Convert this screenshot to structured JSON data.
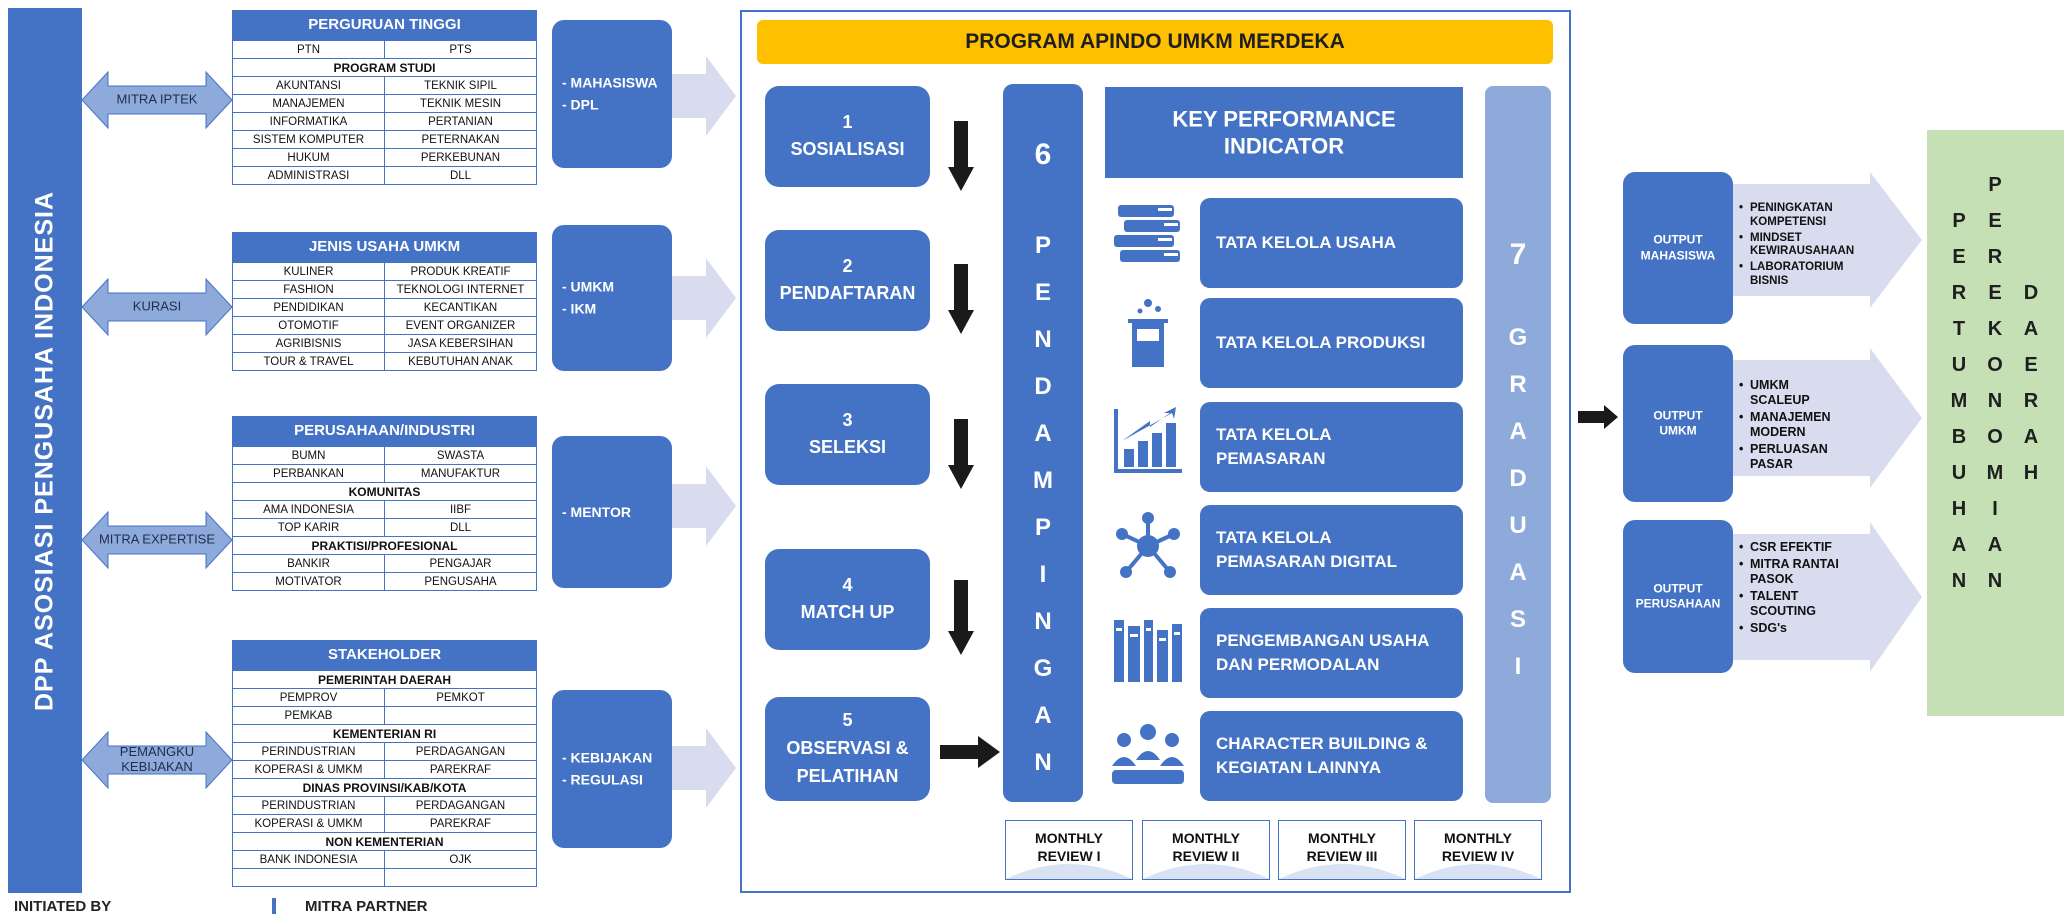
{
  "left_bar": {
    "title": "DPP ASOSIASI PENGUSAHA INDONESIA"
  },
  "footer": {
    "initiated_by": "INITIATED BY",
    "mitra_partner": "MITRA PARTNER"
  },
  "partner_arrows": [
    {
      "label": "MITRA IPTEK"
    },
    {
      "label": "KURASI"
    },
    {
      "label": "MITRA EXPERTISE"
    },
    {
      "label_line1": "PEMANGKU",
      "label_line2": "KEBIJAKAN"
    }
  ],
  "tables": {
    "perguruan_tinggi": {
      "title": "PERGURUAN TINGGI",
      "rows": [
        {
          "type": "pair",
          "a": "PTN",
          "b": "PTS"
        },
        {
          "type": "sub",
          "text": "PROGRAM STUDI"
        },
        {
          "type": "pair",
          "a": "AKUNTANSI",
          "b": "TEKNIK SIPIL"
        },
        {
          "type": "pair",
          "a": "MANAJEMEN",
          "b": "TEKNIK MESIN"
        },
        {
          "type": "pair",
          "a": "INFORMATIKA",
          "b": "PERTANIAN"
        },
        {
          "type": "pair",
          "a": "SISTEM KOMPUTER",
          "b": "PETERNAKAN"
        },
        {
          "type": "pair",
          "a": "HUKUM",
          "b": "PERKEBUNAN"
        },
        {
          "type": "pair",
          "a": "ADMINISTRASI",
          "b": "DLL"
        }
      ]
    },
    "jenis_usaha": {
      "title": "JENIS USAHA UMKM",
      "rows": [
        {
          "type": "pair",
          "a": "KULINER",
          "b": "PRODUK KREATIF"
        },
        {
          "type": "pair",
          "a": "FASHION",
          "b": "TEKNOLOGI INTERNET"
        },
        {
          "type": "pair",
          "a": "PENDIDIKAN",
          "b": "KECANTIKAN"
        },
        {
          "type": "pair",
          "a": "OTOMOTIF",
          "b": "EVENT ORGANIZER"
        },
        {
          "type": "pair",
          "a": "AGRIBISNIS",
          "b": "JASA KEBERSIHAN"
        },
        {
          "type": "pair",
          "a": "TOUR & TRAVEL",
          "b": "KEBUTUHAN ANAK"
        }
      ]
    },
    "perusahaan": {
      "title": "PERUSAHAAN/INDUSTRI",
      "rows": [
        {
          "type": "pair",
          "a": "BUMN",
          "b": "SWASTA"
        },
        {
          "type": "pair",
          "a": "PERBANKAN",
          "b": "MANUFAKTUR"
        },
        {
          "type": "sub",
          "text": "KOMUNITAS"
        },
        {
          "type": "pair",
          "a": "AMA INDONESIA",
          "b": "IIBF"
        },
        {
          "type": "pair",
          "a": "TOP KARIR",
          "b": "DLL"
        },
        {
          "type": "sub",
          "text": "PRAKTISI/PROFESIONAL"
        },
        {
          "type": "pair",
          "a": "BANKIR",
          "b": "PENGAJAR"
        },
        {
          "type": "pair",
          "a": "MOTIVATOR",
          "b": "PENGUSAHA"
        }
      ]
    },
    "stakeholder": {
      "title": "STAKEHOLDER",
      "rows": [
        {
          "type": "sub",
          "text": "PEMERINTAH DAERAH"
        },
        {
          "type": "pair",
          "a": "PEMPROV",
          "b": "PEMKOT"
        },
        {
          "type": "pair",
          "a": "PEMKAB",
          "b": ""
        },
        {
          "type": "sub",
          "text": "KEMENTERIAN RI"
        },
        {
          "type": "pair",
          "a": "PERINDUSTRIAN",
          "b": "PERDAGANGAN"
        },
        {
          "type": "pair",
          "a": "KOPERASI & UMKM",
          "b": "PAREKRAF"
        },
        {
          "type": "sub",
          "text": "DINAS PROVINSI/KAB/KOTA"
        },
        {
          "type": "pair",
          "a": "PERINDUSTRIAN",
          "b": "PERDAGANGAN"
        },
        {
          "type": "pair",
          "a": "KOPERASI & UMKM",
          "b": "PAREKRAF"
        },
        {
          "type": "sub",
          "text": "NON KEMENTERIAN"
        },
        {
          "type": "pair",
          "a": "BANK INDONESIA",
          "b": "OJK"
        },
        {
          "type": "pair",
          "a": "",
          "b": ""
        }
      ]
    }
  },
  "targets": [
    {
      "line1": "- MAHASISWA",
      "line2": "- DPL"
    },
    {
      "line1": "- UMKM",
      "line2": "- IKM"
    },
    {
      "line1": "- MENTOR",
      "line2": ""
    },
    {
      "line1": "- KEBIJAKAN",
      "line2": "- REGULASI"
    }
  ],
  "program": {
    "title": "PROGRAM APINDO UMKM MERDEKA",
    "steps": [
      {
        "num": "1",
        "label_line1": "SOSIALISASI",
        "label_line2": ""
      },
      {
        "num": "2",
        "label_line1": "PENDAFTARAN",
        "label_line2": ""
      },
      {
        "num": "3",
        "label_line1": "SELEKSI",
        "label_line2": ""
      },
      {
        "num": "4",
        "label_line1": "MATCH UP",
        "label_line2": ""
      },
      {
        "num": "5",
        "label_line1": "OBSERVASI &",
        "label_line2": "PELATIHAN"
      }
    ],
    "pendampingan": {
      "num": "6",
      "letters": [
        "P",
        "E",
        "N",
        "D",
        "A",
        "M",
        "P",
        "I",
        "N",
        "G",
        "A",
        "N"
      ]
    },
    "kpi_title_line1": "KEY PERFORMANCE",
    "kpi_title_line2": "INDICATOR",
    "kpis": [
      {
        "icon": "books-icon",
        "line1": "TATA KELOLA USAHA",
        "line2": ""
      },
      {
        "icon": "beaker-icon",
        "line1": "TATA KELOLA PRODUKSI",
        "line2": ""
      },
      {
        "icon": "growth-chart-icon",
        "line1": "TATA KELOLA",
        "line2": "PEMASARAN"
      },
      {
        "icon": "network-icon",
        "line1": "TATA KELOLA",
        "line2": "PEMASARAN DIGITAL"
      },
      {
        "icon": "library-icon",
        "line1": "PENGEMBANGAN USAHA",
        "line2": "DAN PERMODALAN"
      },
      {
        "icon": "people-group-icon",
        "line1": "CHARACTER BUILDING &",
        "line2": "KEGIATAN LAINNYA"
      }
    ],
    "graduasi": {
      "num": "7",
      "letters": [
        "G",
        "R",
        "A",
        "D",
        "U",
        "A",
        "S",
        "I"
      ]
    },
    "reviews": [
      {
        "line1": "MONTHLY",
        "line2": "REVIEW I"
      },
      {
        "line1": "MONTHLY",
        "line2": "REVIEW II"
      },
      {
        "line1": "MONTHLY",
        "line2": "REVIEW III"
      },
      {
        "line1": "MONTHLY",
        "line2": "REVIEW IV"
      }
    ]
  },
  "outputs": [
    {
      "line1": "OUTPUT",
      "line2": "MAHASISWA",
      "bullets": [
        "PENINGKATAN KOMPETENSI",
        "MINDSET KEWIRAUSAHAAN",
        "LABORATORIUM BISNIS"
      ]
    },
    {
      "line1": "OUTPUT",
      "line2": "UMKM",
      "bullets": [
        "UMKM SCALEUP",
        "MANAJEMEN MODERN",
        "PERLUASAN PASAR"
      ]
    },
    {
      "line1": "OUTPUT",
      "line2": "PERUSAHAAN",
      "bullets": [
        "CSR EFEKTIF",
        "MITRA RANTAI PASOK",
        "TALENT SCOUTING",
        "SDG's"
      ]
    }
  ],
  "final": {
    "col1": [
      "P",
      "E",
      "R",
      "T",
      "U",
      "M",
      "B",
      "U",
      "H",
      "A",
      "N"
    ],
    "col2": [
      "P",
      "E",
      "R",
      "E",
      "K",
      "O",
      "N",
      "O",
      "M",
      "I",
      "A",
      "N"
    ],
    "col3": [
      "D",
      "A",
      "E",
      "R",
      "A",
      "H"
    ]
  },
  "colors": {
    "primary": "#4472c4",
    "gold": "#ffc000",
    "light_blue": "#8eaadb",
    "arrow_gray": "#d9dcef",
    "green": "#c5e0b4"
  }
}
